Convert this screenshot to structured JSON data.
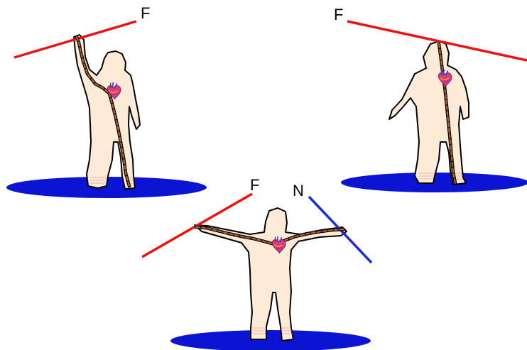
{
  "labels": {
    "wire_f_1": "F",
    "wire_f_2": "F",
    "wire_f_3": "F",
    "wire_n_3": "N"
  },
  "colors": {
    "phase_wire": "#ee1111",
    "neutral_wire": "#1a2fd6",
    "ground": "#0a14d2",
    "body": "#fdebd8",
    "current_path": "#b5652a"
  },
  "icons": {
    "heart": "heart-icon"
  }
}
